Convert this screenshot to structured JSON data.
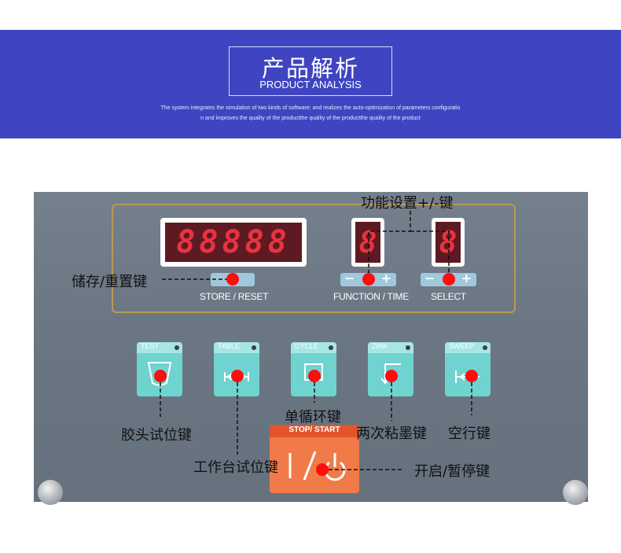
{
  "banner": {
    "title_cn": "产品解析",
    "title_en": "PRODUCT ANALYSIS",
    "desc_line1": "The system integrates the simulation of two kinds of software; and realizes the auto-optimization of parameters configuratio",
    "desc_line2": "n and improves the quality of the productthe quality of the productthe quality of the product",
    "color": "#3f45c1"
  },
  "panel": {
    "display_main": "88888",
    "display_function": "8",
    "display_select": "8",
    "labels": {
      "store_reset": "STORE / RESET",
      "function_time": "FUNCTION / TIME",
      "select": "SELECT"
    },
    "minus": "−",
    "plus": "+",
    "keys": [
      {
        "label": "TEST"
      },
      {
        "label": "TABLE"
      },
      {
        "label": "CYCLE"
      },
      {
        "label": "ZINK"
      },
      {
        "label": "SWEEP"
      }
    ],
    "start_label": "STOP/ START"
  },
  "callouts": {
    "function_select": "功能设置+/-键",
    "store_reset": "储存/重置键",
    "test": "胶头试位键",
    "cycle": "单循环键",
    "zink": "两次粘墨键",
    "sweep": "空行键",
    "table": "工作台试位键",
    "start": "开启/暂停键"
  },
  "colors": {
    "marker": "#ff0d0d",
    "key": "#6fd3cf",
    "start": "#f07b48",
    "display": "#e9333f",
    "frame": "#b89a57"
  }
}
